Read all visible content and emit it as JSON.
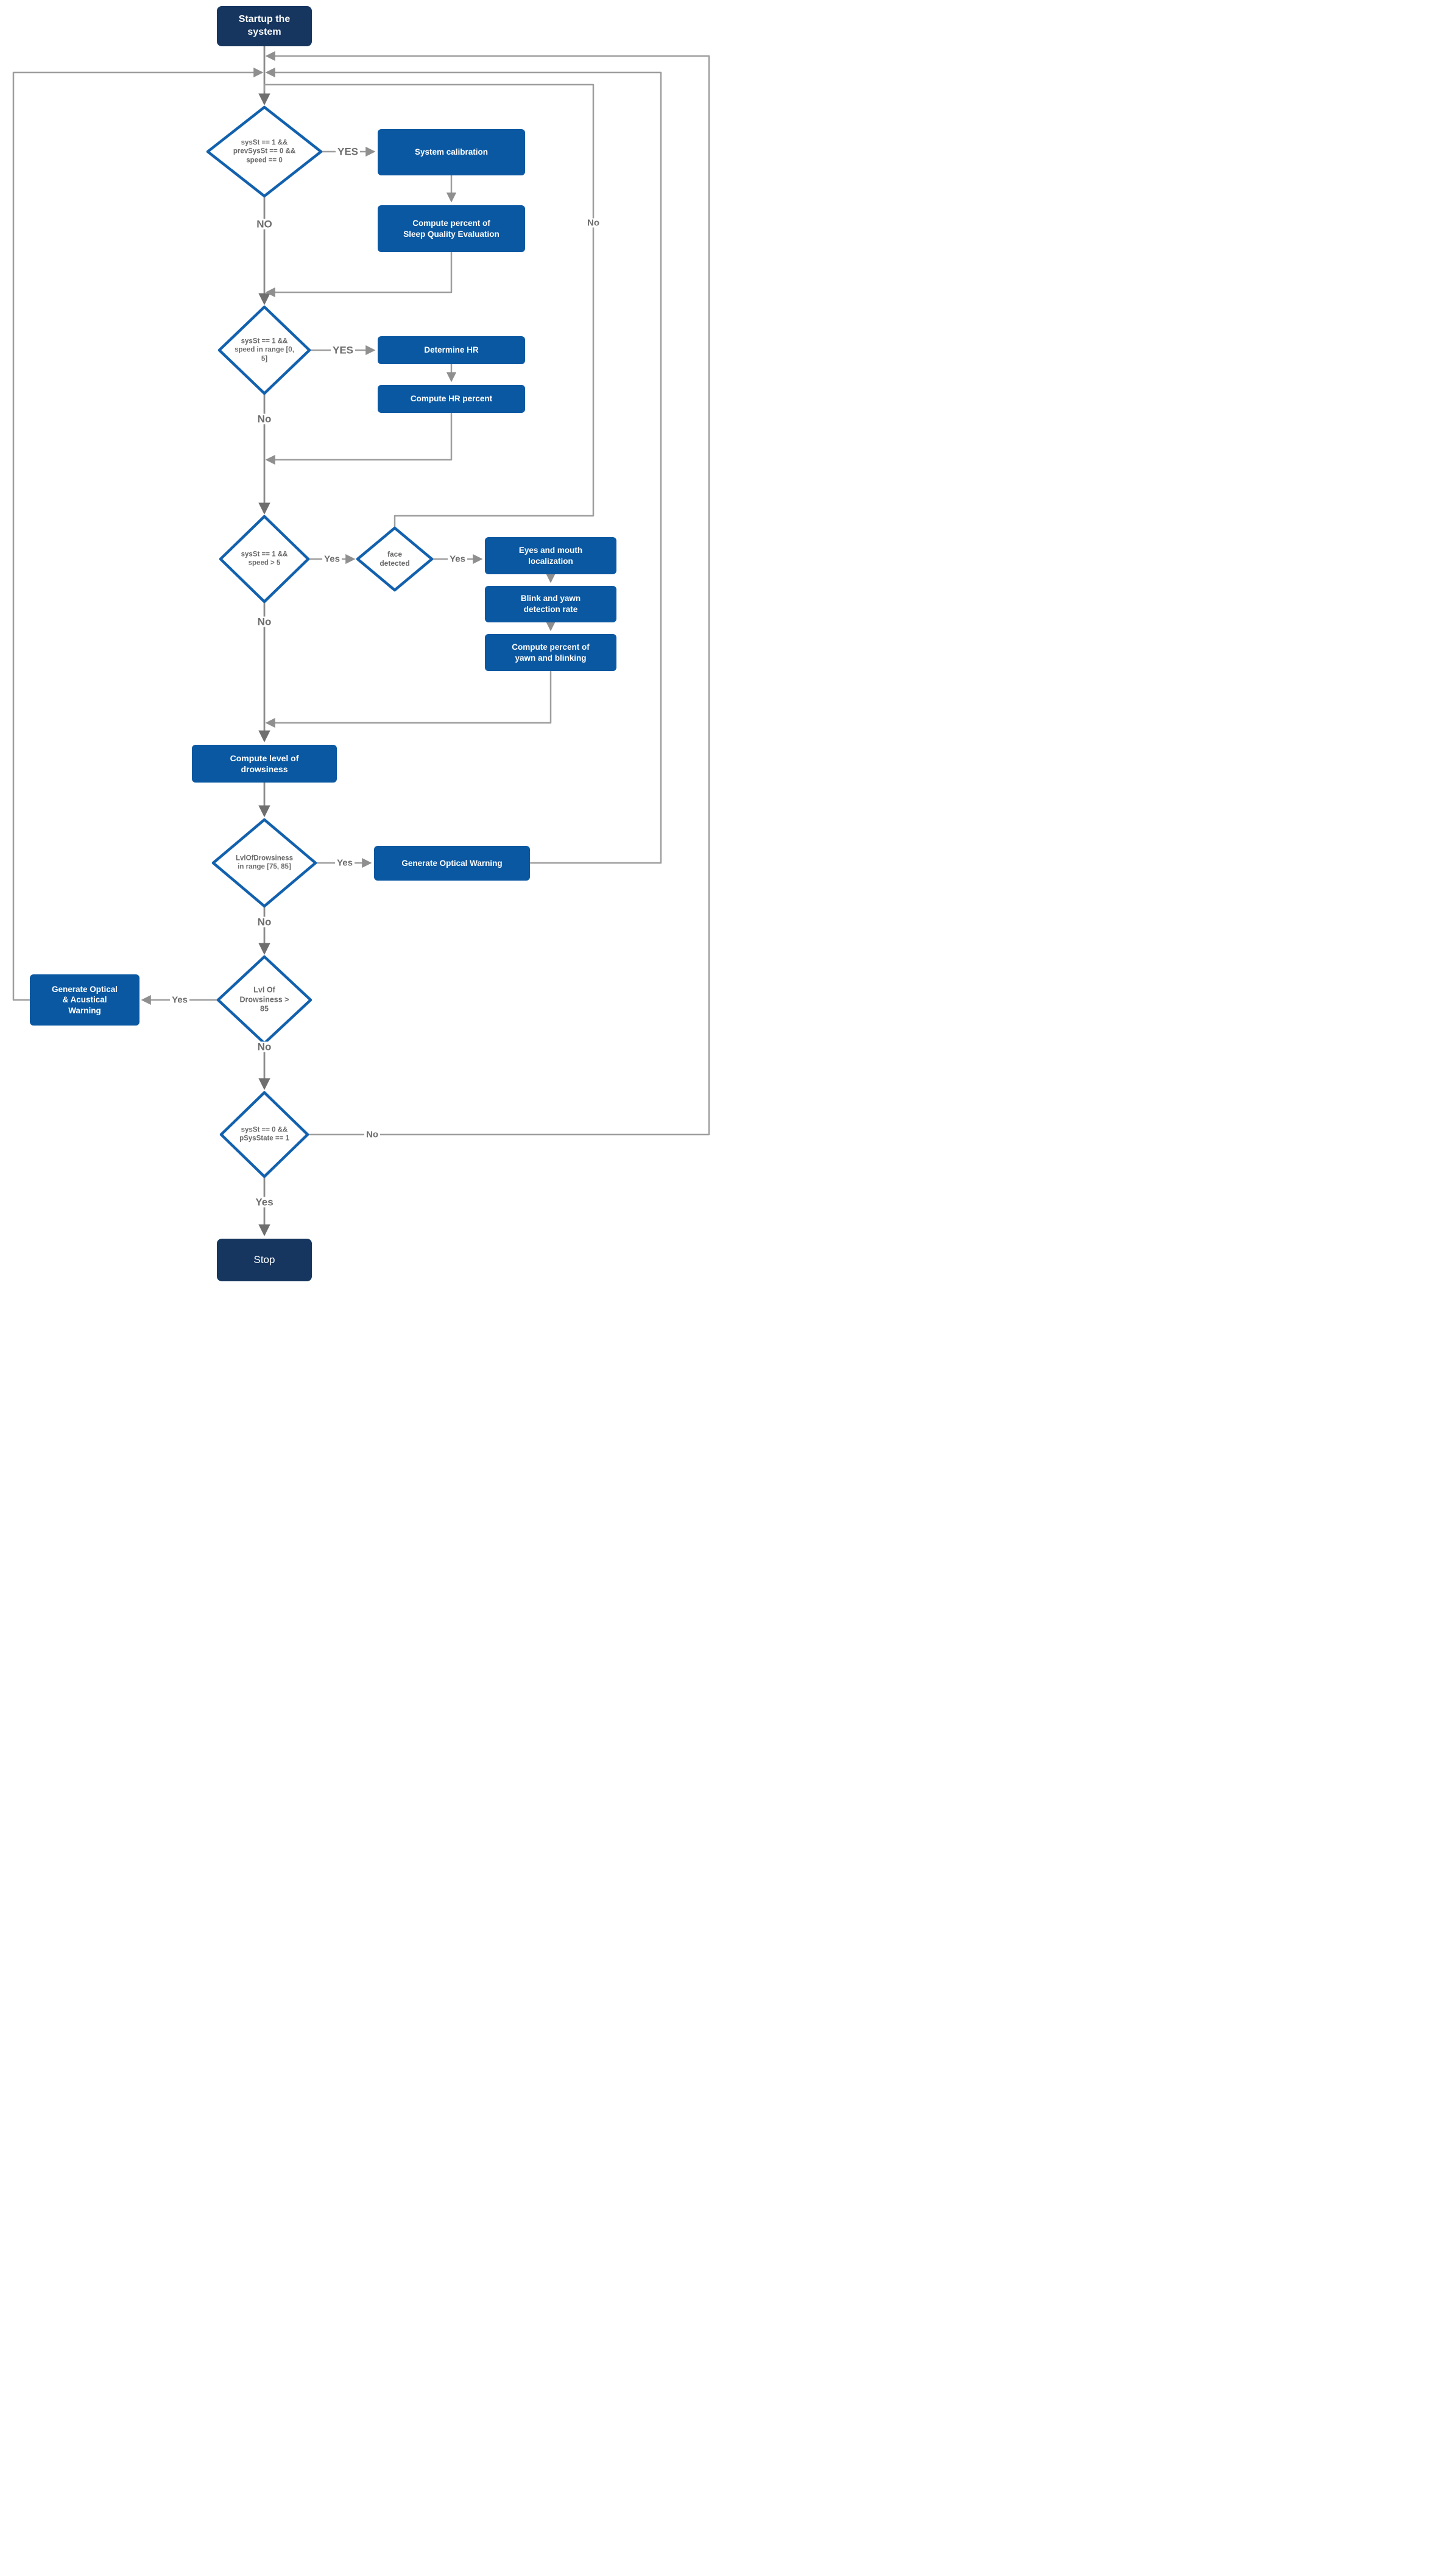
{
  "flowchart": {
    "nodes": {
      "startup": "Startup the\nsystem",
      "calibration_check": "sysSt == 1 &&\nprevSysSt == 0 &&\nspeed == 0",
      "system_calibration": "System calibration",
      "sleep_quality": "Compute percent of\nSleep Quality Evaluation",
      "hr_check": "sysSt == 1 &&\nspeed in range [0,\n5]",
      "determine_hr": "Determine HR",
      "hr_percent": "Compute HR percent",
      "driving_check": "sysSt == 1 &&\nspeed > 5",
      "face_detected": "face\ndetected",
      "eyes_mouth": "Eyes and mouth\nlocalization",
      "blink_yawn": "Blink and yawn\ndetection rate",
      "yawn_blink_percent": "Compute percent of\nyawn and blinking",
      "drowsiness_level": "Compute level of\ndrowsiness",
      "drowsiness_range_check": "LvlOfDrowsiness\nin range [75, 85]",
      "optical_warning": "Generate Optical Warning",
      "drowsiness_high_check": "Lvl Of\nDrowsiness >\n85",
      "optical_acoustical_warning": "Generate Optical\n& Acustical\nWarning",
      "shutdown_check": "sysSt == 0 &&\npSysState == 1",
      "stop": "Stop"
    },
    "edge_labels": {
      "calibration_yes": "YES",
      "calibration_no": "NO",
      "hr_yes": "YES",
      "hr_no": "No",
      "driving_yes": "Yes",
      "driving_no": "No",
      "face_yes": "Yes",
      "face_no": "No",
      "range_yes": "Yes",
      "range_no": "No",
      "high_yes": "Yes",
      "high_no": "No",
      "shutdown_no": "No",
      "shutdown_yes": "Yes"
    },
    "colors": {
      "terminal_fill": "#16365f",
      "process_fill": "#0b58a2",
      "decision_border": "#1261ae",
      "decision_text": "#6a6a6a",
      "connector": "#9e9e9e",
      "arrowhead": "#8f8f8f",
      "arrowhead_dark": "#6f6f6f",
      "edge_label_text": "#6d6d6d"
    }
  }
}
